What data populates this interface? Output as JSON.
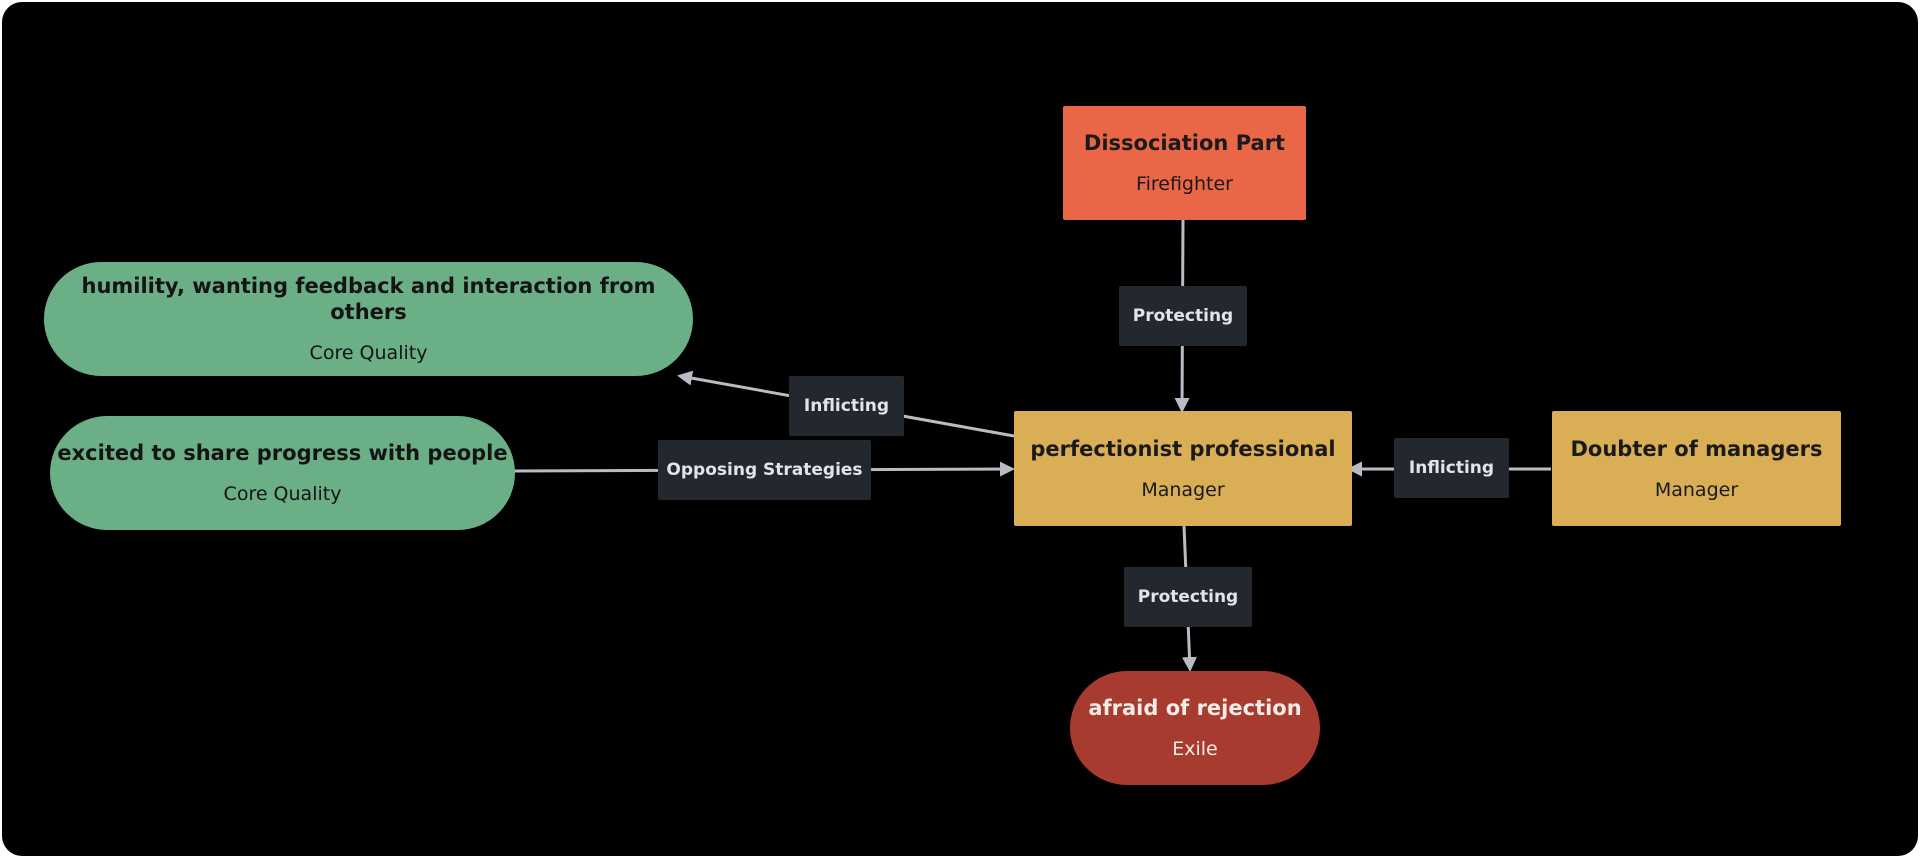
{
  "colors": {
    "background": "#000000",
    "firefighter": "#e96746",
    "manager": "#d9ae55",
    "core_quality": "#6baf86",
    "exile": "#a83b2f",
    "edge": "#b9bcc4",
    "edge_label_bg": "#23272e"
  },
  "nodes": {
    "dissociation": {
      "title": "Dissociation Part",
      "role": "Firefighter"
    },
    "humility": {
      "title": "humility, wanting feedback and interaction from others",
      "role": "Core Quality"
    },
    "excited": {
      "title": "excited to share progress with people",
      "role": "Core Quality"
    },
    "perfectionist": {
      "title": "perfectionist professional",
      "role": "Manager"
    },
    "doubter": {
      "title": "Doubter of managers",
      "role": "Manager"
    },
    "afraid": {
      "title": "afraid of rejection",
      "role": "Exile"
    }
  },
  "edges": {
    "protecting_top": {
      "label": "Protecting"
    },
    "inflicting_left": {
      "label": "Inflicting"
    },
    "opposing": {
      "label": "Opposing Strategies"
    },
    "inflicting_right": {
      "label": "Inflicting"
    },
    "protecting_bottom": {
      "label": "Protecting"
    }
  }
}
